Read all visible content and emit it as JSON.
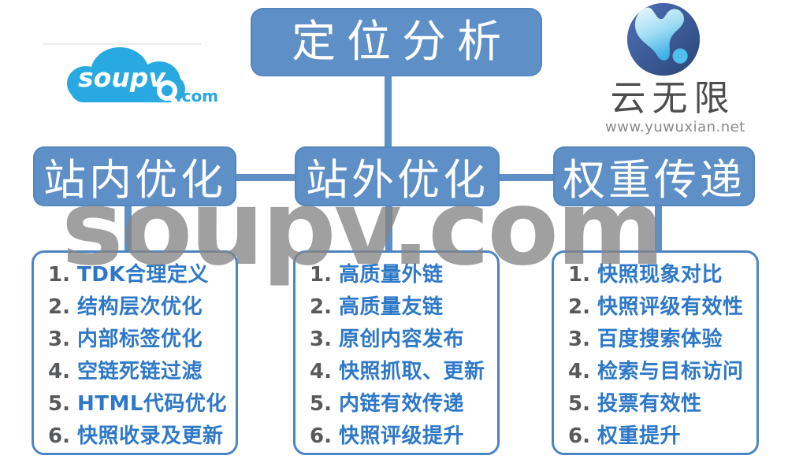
{
  "page": {
    "watermark": "soupv.com"
  },
  "logo_left": {
    "name": "soupv",
    "tld": ".com"
  },
  "logo_right": {
    "name": "云无限",
    "url": "www.yuwuxian.net"
  },
  "diagram": {
    "root": {
      "label": "定位分析"
    },
    "branches": [
      {
        "label": "站内优化",
        "items": [
          {
            "n": "1.",
            "text": "TDK合理定义"
          },
          {
            "n": "2.",
            "text": "结构层次优化"
          },
          {
            "n": "3.",
            "text": "内部标签优化"
          },
          {
            "n": "4.",
            "text": "空链死链过滤"
          },
          {
            "n": "5.",
            "text": "HTML代码优化"
          },
          {
            "n": "6.",
            "text": "快照收录及更新"
          }
        ]
      },
      {
        "label": "站外优化",
        "items": [
          {
            "n": "1.",
            "text": "高质量外链"
          },
          {
            "n": "2.",
            "text": "高质量友链"
          },
          {
            "n": "3.",
            "text": "原创内容发布"
          },
          {
            "n": "4.",
            "text": "快照抓取、更新"
          },
          {
            "n": "5.",
            "text": "内链有效传递"
          },
          {
            "n": "6.",
            "text": "快照评级提升"
          }
        ]
      },
      {
        "label": "权重传递",
        "items": [
          {
            "n": "1.",
            "text": "快照现象对比"
          },
          {
            "n": "2.",
            "text": "快照评级有效性"
          },
          {
            "n": "3.",
            "text": "百度搜索体验"
          },
          {
            "n": "4.",
            "text": "检索与目标访问"
          },
          {
            "n": "5.",
            "text": "投票有效性"
          },
          {
            "n": "6.",
            "text": "权重提升"
          }
        ]
      }
    ]
  },
  "colors": {
    "node_blue": "#5e8fc7",
    "list_border_blue": "#4d84c4",
    "item_text_blue": "#2e78c8",
    "item_number_gray": "#58595b",
    "watermark_gray": "#868686",
    "cloud_blue": "#29a9e1",
    "ywx_circle_dark": "#2d4a85"
  }
}
